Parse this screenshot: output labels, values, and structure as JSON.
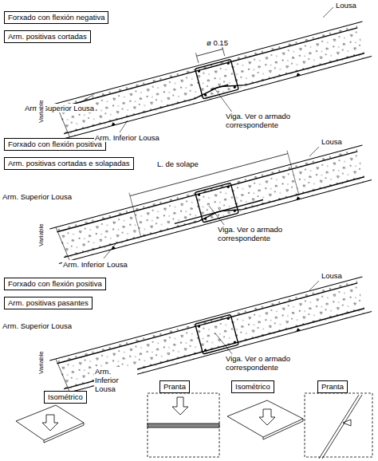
{
  "diagram": {
    "nodes": [
      {
        "text": [
          "Forxado con flexión negativa"
        ]
      },
      {
        "text": [
          "Arm. positivas cortadas"
        ]
      },
      {
        "text": [
          "Forxado con flexión positiva"
        ]
      },
      {
        "text": [
          "Arm. positivas cortadas e solapadas"
        ]
      },
      {
        "text": [
          "Forxado con flexión positiva"
        ]
      },
      {
        "text": [
          "Arm. positivas pasantes"
        ]
      },
      {
        "text": [
          "Isométrico"
        ]
      },
      {
        "text": [
          "Pranta"
        ]
      },
      {
        "text": [
          "Isométrico"
        ]
      },
      {
        "text": [
          "Pranta"
        ]
      }
    ],
    "labels": [
      "Lousa",
      "Arm. Superior Lousa",
      "ø 0.15",
      "Arm. Inferior Lousa",
      "Viga. Ver o armado correspondente",
      "Variable",
      "Lousa",
      "Arm. Superior Lousa",
      "L. de solape",
      "Arm. Inferior Lousa",
      "Viga. Ver o armado correspondente",
      "Variable",
      "Lousa",
      "Arm. Superior Lousa",
      "Arm. Inferior Lousa",
      "Viga. Ver o armado correspondente",
      "Variable"
    ]
  }
}
